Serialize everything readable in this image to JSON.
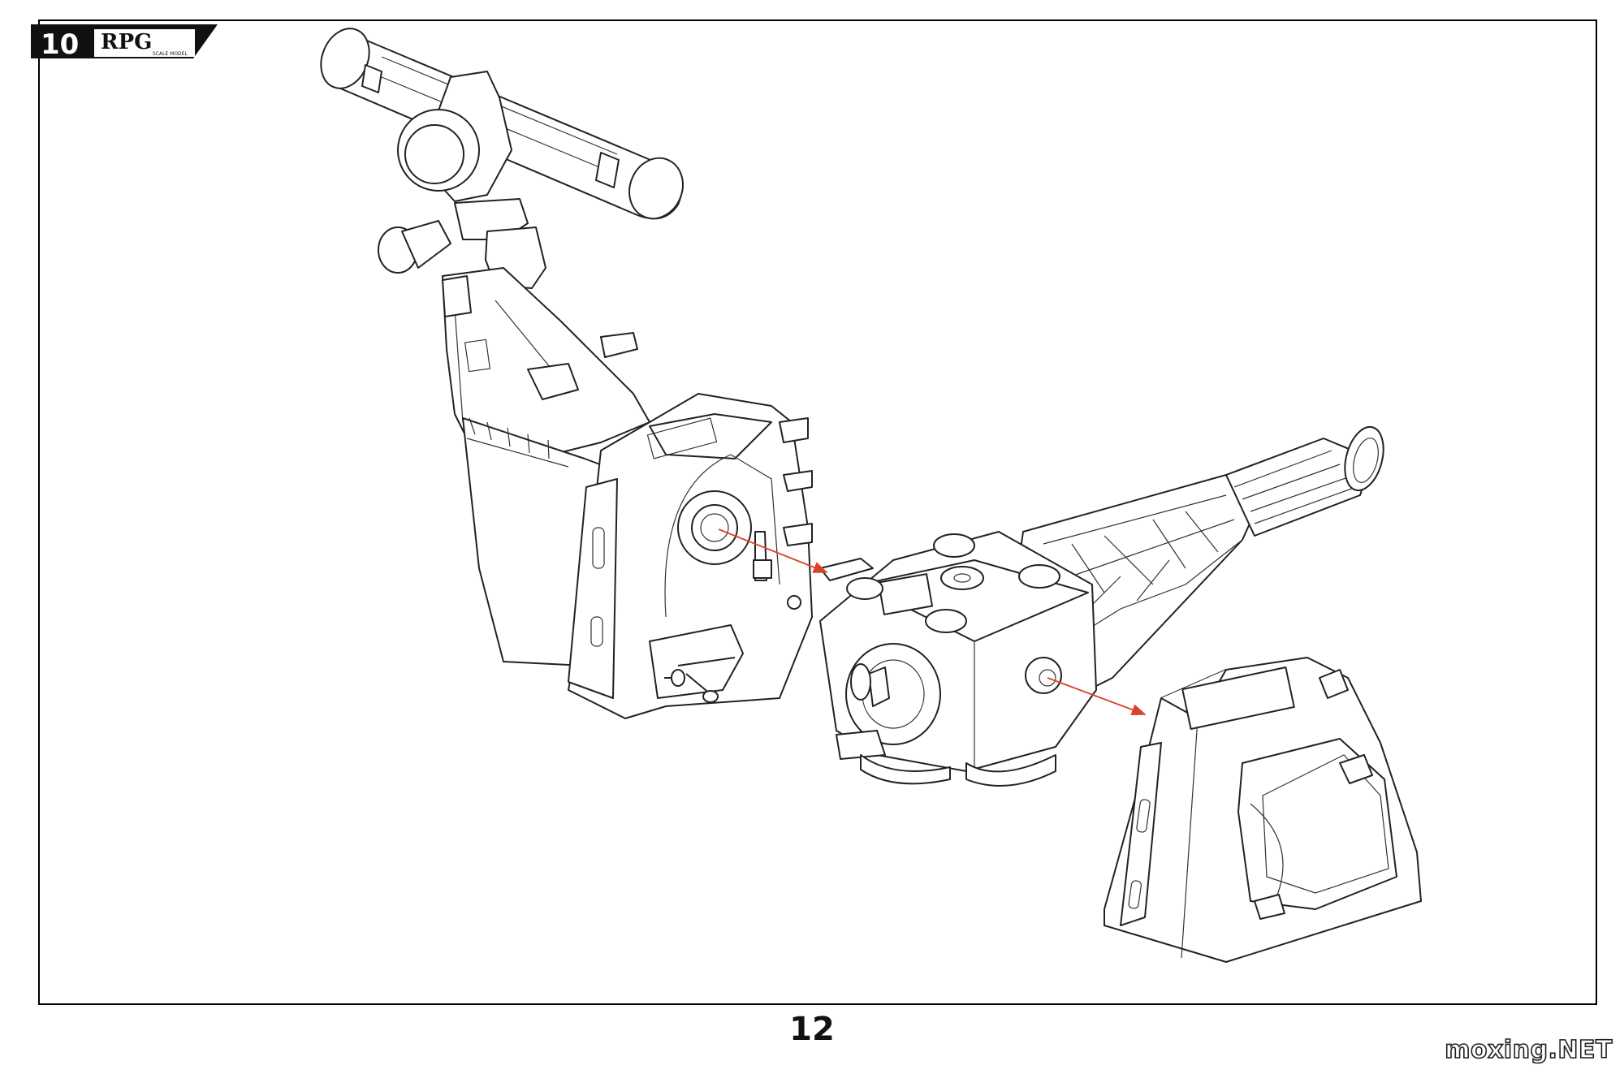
{
  "step": {
    "number": "10",
    "brand": "RPG",
    "brand_sub": "SCALE MODEL"
  },
  "page": {
    "number": "12"
  },
  "watermark": "moxing.NET",
  "colors": {
    "arrow": "#d9432a",
    "line": "#222222",
    "badge": "#111111"
  },
  "assembly": {
    "parts": [
      "missile-pod-turret-arm",
      "gun-mount-housing",
      "rotary-cannon-unit",
      "side-armor-housing"
    ],
    "arrows": 2
  }
}
